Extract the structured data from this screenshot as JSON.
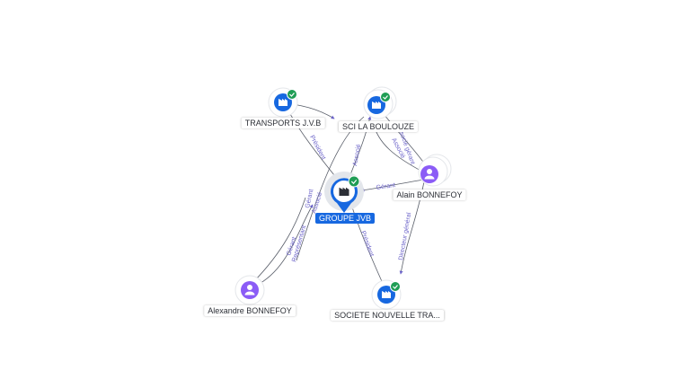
{
  "graph": {
    "nodes": {
      "groupe_jvb": {
        "label": "GROUPE JVB",
        "type": "company",
        "verified": true,
        "main": true
      },
      "transports_jvb": {
        "label": "TRANSPORTS J.V.B",
        "type": "company",
        "verified": true
      },
      "sci_la_boulouze": {
        "label": "SCI LA BOULOUZE",
        "type": "company",
        "verified": true
      },
      "alain_bonnefoy": {
        "label": "Alain BONNEFOY",
        "type": "person"
      },
      "alexandre_bonnefoy": {
        "label": "Alexandre BONNEFOY",
        "type": "person"
      },
      "societe_nouvelle": {
        "label": "SOCIETE NOUVELLE TRA...",
        "type": "company",
        "verified": true
      }
    },
    "edges": [
      {
        "label": "Président"
      },
      {
        "label": "Associé"
      },
      {
        "label": "Gérant"
      },
      {
        "label": "Associé"
      },
      {
        "label": "Gérant"
      },
      {
        "label": "Représentant"
      },
      {
        "label": "Président"
      },
      {
        "label": "Associé gérant"
      },
      {
        "label": "Gérant"
      },
      {
        "label": "Directeur général"
      },
      {
        "label": "Associé"
      }
    ]
  },
  "colors": {
    "company": "#1768e0",
    "person": "#8b5cf6",
    "verified": "#1f9d55",
    "edge_label": "#6b63c9"
  }
}
